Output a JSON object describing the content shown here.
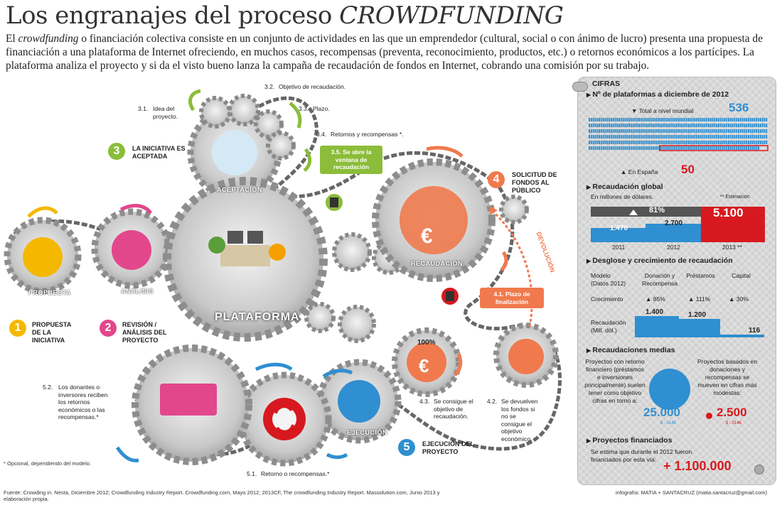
{
  "title": {
    "main": "Los engranajes del proceso",
    "italic": "CROWDFUNDING"
  },
  "intro": {
    "p1": "El",
    "p1_italic": "crowdfunding",
    "p2": "o financiación colectiva consiste en un conjunto de actividades en las que un emprendedor (cultural, social o con ánimo de lucro) presenta una propuesta de financiación a una plataforma de Internet ofreciendo, en muchos casos, recompensas (preventa, reconocimiento, productos, etc.) o retornos económicos a los partícipes. La plataforma analiza el proyecto y si da el visto bueno lanza la campaña de recaudación de fondos en Internet, cobrando una comisión por su trabajo."
  },
  "steps": {
    "s1": {
      "num": "1",
      "label": "PROPUESTA DE LA INICIATIVA",
      "gear": "PROPUESTA",
      "color": "#f5b800"
    },
    "s2": {
      "num": "2",
      "label": "REVISIÓN / ANÁLISIS DEL PROYECTO",
      "gear": "ANÁLISIS",
      "color": "#e2478c"
    },
    "s3": {
      "num": "3",
      "label": "LA INICIATIVA ES ACEPTADA",
      "gear": "ACEPTACIÓN",
      "color": "#8bbd3a"
    },
    "s4": {
      "num": "4",
      "label": "SOLICITUD DE FONDOS AL PÚBLICO",
      "gear": "RECAUDACIÓN",
      "color": "#f07a4e"
    },
    "s5": {
      "num": "5",
      "label": "EJECUCIÓN DEL PROYECTO",
      "gear": "EJECUCIÓN",
      "color": "#2f8fd0"
    },
    "platform": "PLATAFORMA",
    "devolucion": "DEVOLUCIÓN"
  },
  "substeps": {
    "s31": {
      "n": "3.1.",
      "t": "Idea del proyecto."
    },
    "s32": {
      "n": "3.2.",
      "t": "Objetivo de recaudación."
    },
    "s33": {
      "n": "3.3.",
      "t": "Plazo."
    },
    "s34": {
      "n": "3.4.",
      "t": "Retornos y recompensas *."
    },
    "s35": {
      "n": "3.5.",
      "t": "Se abre la ventana de recaudación"
    },
    "s41": {
      "n": "4.1.",
      "t": "Plazo de finalización"
    },
    "s42": {
      "n": "4.2.",
      "t": "Se devuelven los fondos si no se consigue el objetivo económico."
    },
    "s43": {
      "n": "4.3.",
      "t": "Se consigue el objetivo de recaudación."
    },
    "s51": {
      "n": "5.1.",
      "t": "Retorno o recompensas.*"
    },
    "s52": {
      "n": "5.2.",
      "t": "Los donantes o inversores reciben los retornos económicos o las recompensas.*"
    },
    "pct": "100%"
  },
  "notes": {
    "optional": "* Opcional, dependiendo del modelo.",
    "source": "Fuente: Crowding in. Nesta, Diciembre 2012; Crowdfunding Industry Report. Crowdfunding.com, Mayo 2012; 2013CF, The crowdfunding Industry Report. Massolution.com, Junio 2013 y elaboración propia.",
    "credit": "infografía: MATIA + SANTACRUZ (matia.santacruz@gmail.com)"
  },
  "panel": {
    "heading": "CIFRAS",
    "platforms": {
      "title": "Nº de plataformas a diciembre de 2012",
      "world_label": "Total a nivel mundial",
      "world_value": "536",
      "spain_label": "En España",
      "spain_value": "50"
    },
    "global": {
      "title": "Recaudación global",
      "subtitle": "En millones de dólares.",
      "estimate": "** Estimación",
      "growth": "81%",
      "bars": [
        {
          "year": "2011",
          "value": "1.470"
        },
        {
          "year": "2012",
          "value": "2.700"
        },
        {
          "year": "2013 **",
          "value": "5.100"
        }
      ]
    },
    "breakdown": {
      "title": "Desglose y crecimiento de recaudación",
      "model_label": "Modelo (Datos 2012)",
      "cols": [
        "Donación y Recompensa",
        "Préstamos",
        "Capital"
      ],
      "growth_label": "Crecimiento",
      "growth": [
        "85%",
        "111%",
        "30%"
      ],
      "amount_label": "Recaudación (Mill. dól.)",
      "amounts": [
        "1.400",
        "1.200",
        "116"
      ]
    },
    "averages": {
      "title": "Recaudaciones medias",
      "left_text": "Proyectos con retorno financiero (préstamos e inversiones principalmente) suelen tener como objetivo cifras en torno a:",
      "left_value": "25.000",
      "left_unit": "$ - 014€",
      "right_text": "Proyectos basados en donaciones y recompensas se mueven en cifras más modestas:",
      "right_value": "2.500",
      "right_unit": "$ - 014€"
    },
    "financed": {
      "title": "Proyectos financiados",
      "text": "Se estima que durante el 2012 fueron financiados por esta vía:",
      "value": "+ 1.100.000"
    }
  },
  "colors": {
    "yellow": "#f5b800",
    "pink": "#e2478c",
    "green": "#8bbd3a",
    "orange": "#f07a4e",
    "blue": "#2f8fd0",
    "red": "#d7191f",
    "gear": "#9a9a9a"
  }
}
